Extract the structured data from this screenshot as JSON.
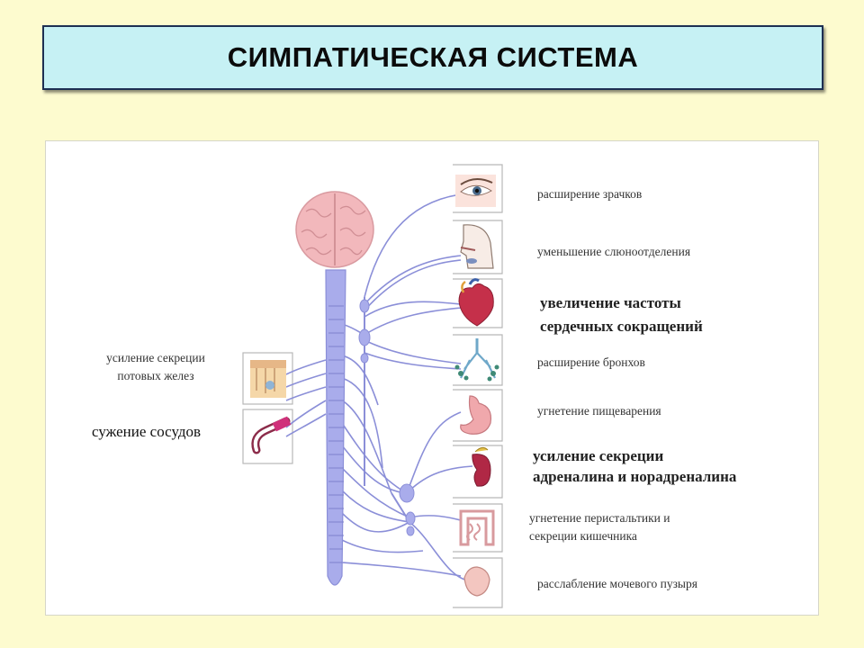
{
  "title": "СИМПАТИЧЕСКАЯ СИСТЕМА",
  "labels": {
    "pupils": "расширение зрачков",
    "saliva": "уменьшение слюноотделения",
    "heart_1": "увеличение частоты",
    "heart_2": "сердечных сокращений",
    "bronchi": "расширение бронхов",
    "digestion": "угнетение пищеварения",
    "adrenal_1": "усиление секреции",
    "adrenal_2": "адреналина и норадреналина",
    "intestine_1": "угнетение перистальтики и",
    "intestine_2": "секреции кишечника",
    "bladder": "расслабление мочевого пузыря",
    "sweat_1": "усиление секреции",
    "sweat_2": "потовых желез",
    "vessels": "сужение сосудов"
  },
  "colors": {
    "background": "#fdfbcf",
    "title_box": "#c6f1f4",
    "nerve": "#8b8fd8",
    "brain": "#f2b8bc"
  }
}
